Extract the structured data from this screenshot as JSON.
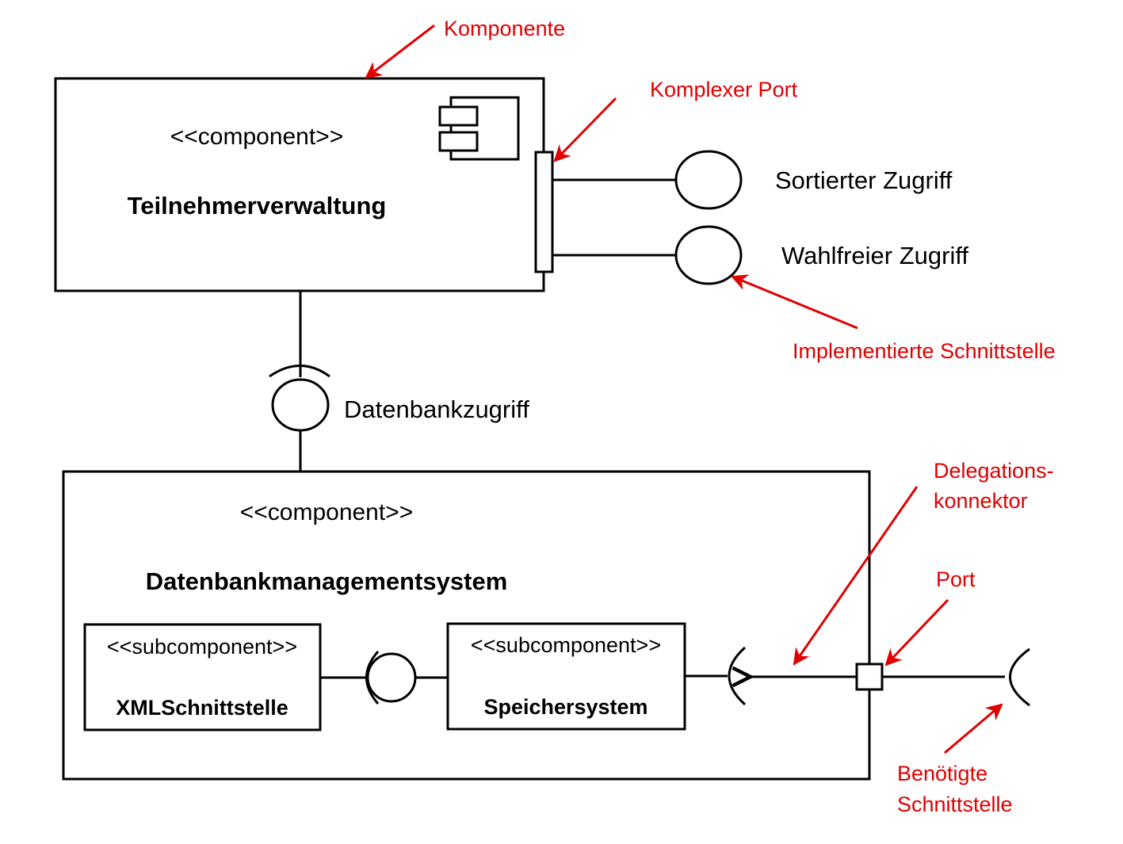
{
  "components": {
    "top": {
      "stereotype": "<<component>>",
      "name": "Teilnehmerverwaltung"
    },
    "bottom": {
      "stereotype": "<<component>>",
      "name": "Datenbankmanagementsystem"
    },
    "sub_left": {
      "stereotype": "<<subcomponent>>",
      "name": "XMLSchnittstelle"
    },
    "sub_right": {
      "stereotype": "<<subcomponent>>",
      "name": "Speichersystem"
    }
  },
  "interfaces": {
    "sorted": "Sortierter Zugriff",
    "random": "Wahlfreier Zugriff",
    "db": "Datenbankzugriff"
  },
  "annotations": {
    "komponente": "Komponente",
    "komplexer_port": "Komplexer Port",
    "implementierte": "Implementierte Schnittstelle",
    "delegation_line1": "Delegations-",
    "delegation_line2": "konnektor",
    "port": "Port",
    "benoetigte_line1": "Benötigte",
    "benoetigte_line2": "Schnittstelle"
  },
  "colors": {
    "annotation": "#e00000",
    "lines": "#000000",
    "background": "#ffffff"
  },
  "icons": {
    "component_symbol": "uml-component-icon",
    "provided_interface": "lollipop-icon",
    "required_interface": "socket-icon"
  }
}
